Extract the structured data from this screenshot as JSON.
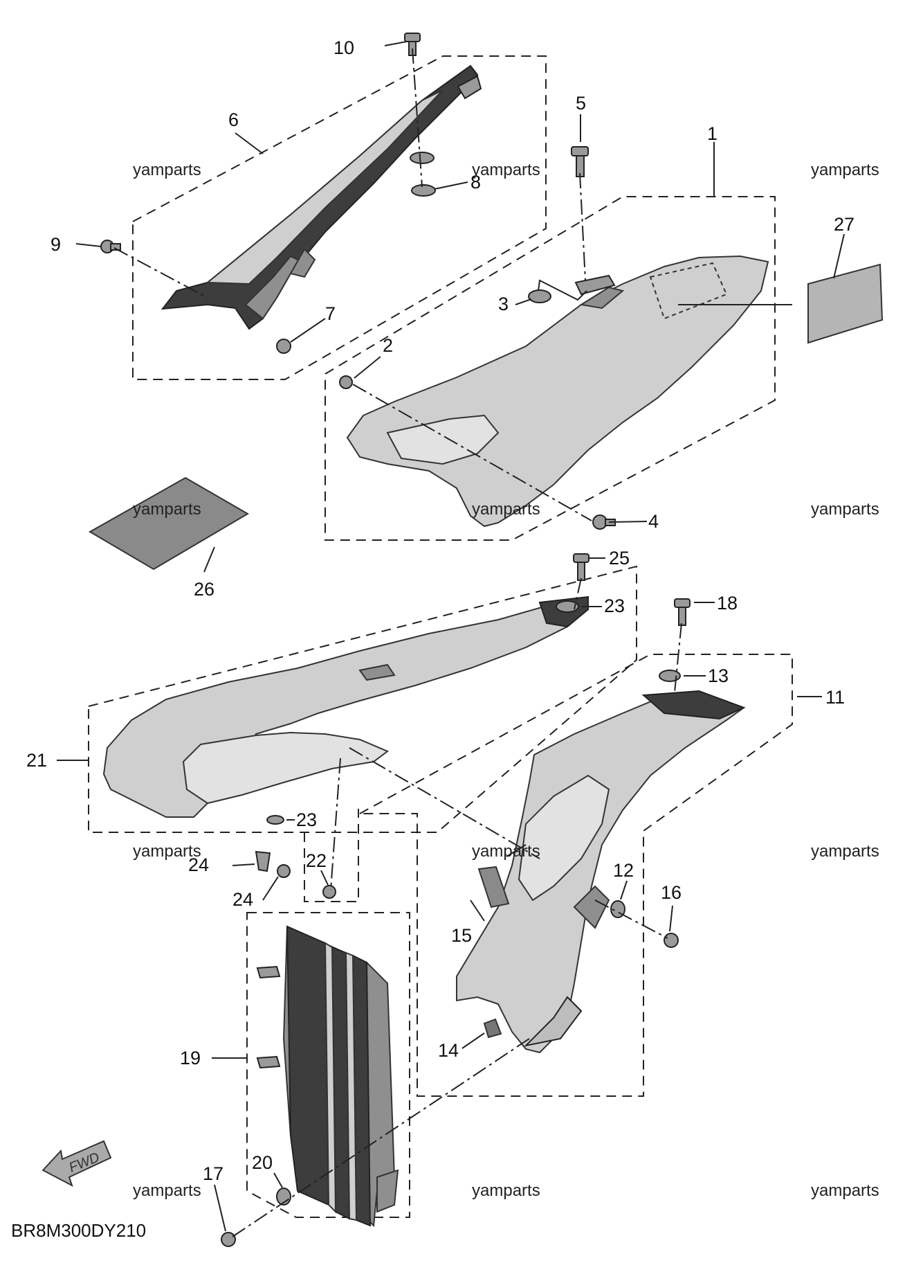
{
  "diagram": {
    "code": "BR8M300DY210",
    "watermark": "yamparts",
    "fwd_label": "FWD",
    "callouts": [
      "1",
      "2",
      "3",
      "4",
      "5",
      "6",
      "7",
      "8",
      "9",
      "10",
      "11",
      "12",
      "13",
      "14",
      "15",
      "16",
      "17",
      "18",
      "19",
      "20",
      "21",
      "22",
      "23",
      "23",
      "24",
      "24",
      "25",
      "26",
      "27"
    ]
  }
}
